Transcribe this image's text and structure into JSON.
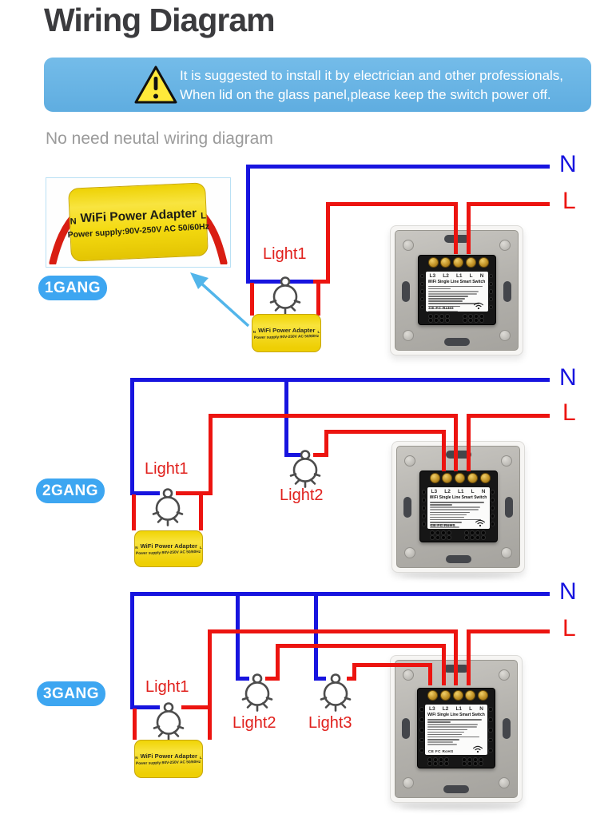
{
  "page": {
    "title": "Wiring Diagram"
  },
  "warning": {
    "line1": "It is suggested to install it by electrician and other professionals,",
    "line2": "When lid on the glass panel,please keep the switch power off."
  },
  "subtitle": "No need neutal wiring diagram",
  "adapter": {
    "title": "WiFi Power Adapter",
    "power": "Power supply:90V-250V AC 50/60Hz",
    "left_terminal": "N",
    "right_terminal": "L"
  },
  "wire_labels": {
    "neutral": "N",
    "live": "L"
  },
  "sections": [
    {
      "label": "1GANG",
      "lights": [
        "Light1"
      ]
    },
    {
      "label": "2GANG",
      "lights": [
        "Light1",
        "Light2"
      ]
    },
    {
      "label": "3GANG",
      "lights": [
        "Light1",
        "Light2",
        "Light3"
      ]
    }
  ],
  "switch_panel": {
    "terminals": [
      "L3",
      "L2",
      "L1",
      "L",
      "N"
    ],
    "label_title": "WiFi Single Line Smart Switch",
    "certifications": "CE FC RoHS"
  },
  "colors": {
    "neutral_wire": "#1714df",
    "live_wire": "#ec1410",
    "banner_bg": "#69b4e4",
    "pill_bg": "#3da6f1",
    "adapter_body": "#f6d90e"
  }
}
